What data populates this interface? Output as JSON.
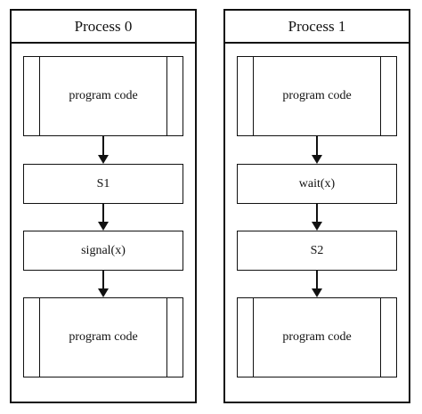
{
  "processes": [
    {
      "title": "Process 0",
      "steps": [
        "program code",
        "S1",
        "signal(x)",
        "program code"
      ]
    },
    {
      "title": "Process 1",
      "steps": [
        "program code",
        "wait(x)",
        "S2",
        "program code"
      ]
    }
  ],
  "colors": {
    "stroke": "#111111",
    "background": "#ffffff"
  }
}
